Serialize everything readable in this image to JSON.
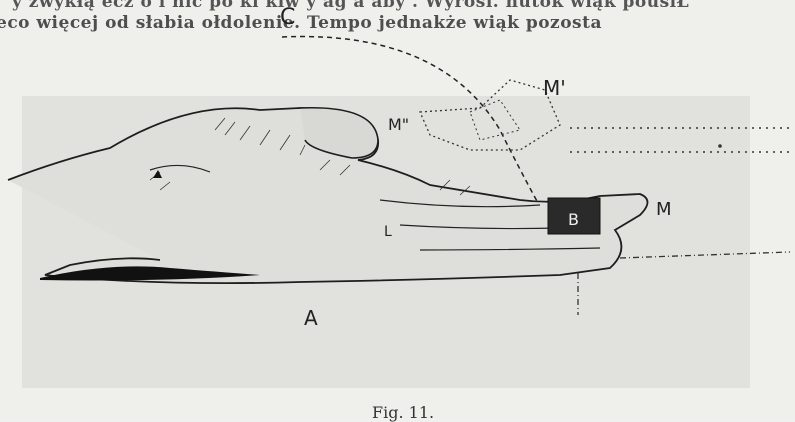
{
  "header_text": {
    "line1": "y zwykłą ecz o i nic po ki kiw y ag a aby . Wyrośl. nutok wiąk pousiŁ",
    "line2": "eco więcej od słabia ołdolenie. Tempo jednakże wiąk pozosta"
  },
  "labels": {
    "C": "C",
    "M_prime": "M'",
    "M_double": "M\"",
    "M": "M",
    "B": "B",
    "A": "A",
    "L": "L"
  },
  "caption": "Fig. 11."
}
